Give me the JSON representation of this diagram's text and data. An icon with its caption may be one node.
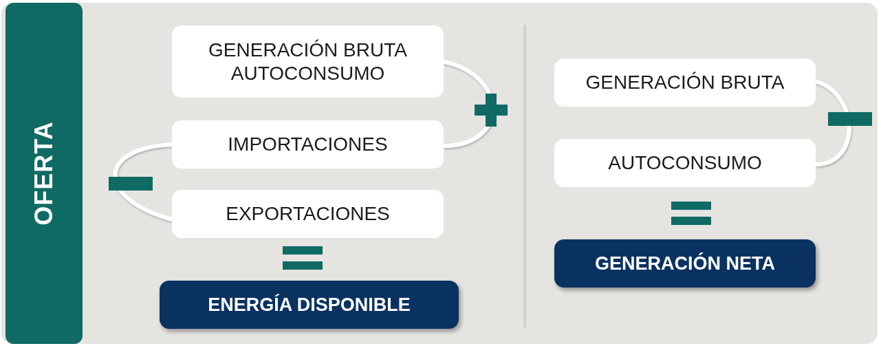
{
  "diagram": {
    "nodes": [
      {
        "text": [
          "OFERTA"
        ]
      },
      {
        "text": [
          "GENERACIÓN BRUTA AUTOCONSUMO"
        ]
      },
      {
        "text": [
          "IMPORTACIONES"
        ]
      },
      {
        "text": [
          "EXPORTACIONES"
        ]
      },
      {
        "text": [
          "ENERGÍA DISPONIBLE"
        ]
      },
      {
        "text": [
          "GENERACIÓN BRUTA"
        ]
      },
      {
        "text": [
          "AUTOCONSUMO"
        ]
      },
      {
        "text": [
          "GENERACIÓN NETA"
        ]
      }
    ],
    "edges": [
      {
        "from": 1,
        "to": 2,
        "arrow": "none"
      },
      {
        "from": 2,
        "to": 3,
        "arrow": "none"
      },
      {
        "from": 5,
        "to": 6,
        "arrow": "none"
      }
    ]
  }
}
